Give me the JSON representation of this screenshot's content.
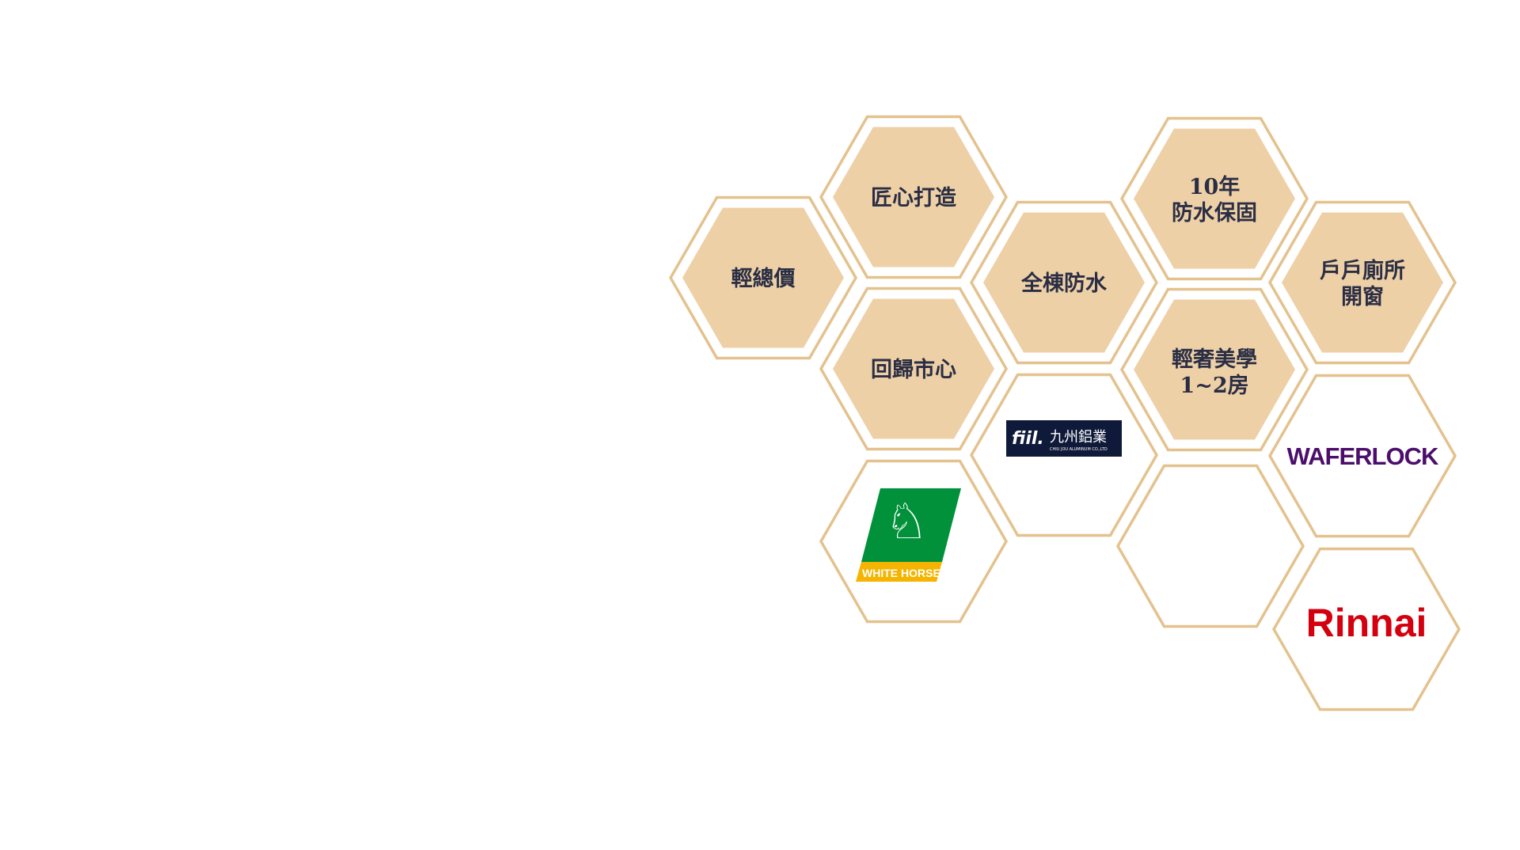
{
  "features": {
    "light_total_price": [
      "輕總價"
    ],
    "craftsmanship": [
      "匠心打造"
    ],
    "return_city_center": [
      "回歸市心"
    ],
    "full_waterproof": [
      "全棟防水"
    ],
    "warranty": [
      "10年",
      "防水保固"
    ],
    "light_luxury": [
      "輕奢美學",
      "1~2房"
    ],
    "bathroom_windows": [
      "戶戶廁所",
      "開窗"
    ]
  },
  "brands": {
    "chiu_jou": {
      "name": "九州鋁業",
      "sub": "CHIU JOU ALUMINUM CO.,LTD",
      "mark": "fiil."
    },
    "white_horse": {
      "name": "WHITE HORSE"
    },
    "waferlock": {
      "name": "WAFERLOCK"
    },
    "rinnai": {
      "name": "Rinnai"
    }
  },
  "colors": {
    "outline": "#e3c28e",
    "fill": "#eed0a7",
    "text": "#2a2e44",
    "waferlock": "#4b0f6b",
    "rinnai": "#d4000f",
    "white_horse_green": "#00913a",
    "white_horse_yellow": "#f5b400",
    "chiu_jou_navy": "#0f1a3a"
  }
}
